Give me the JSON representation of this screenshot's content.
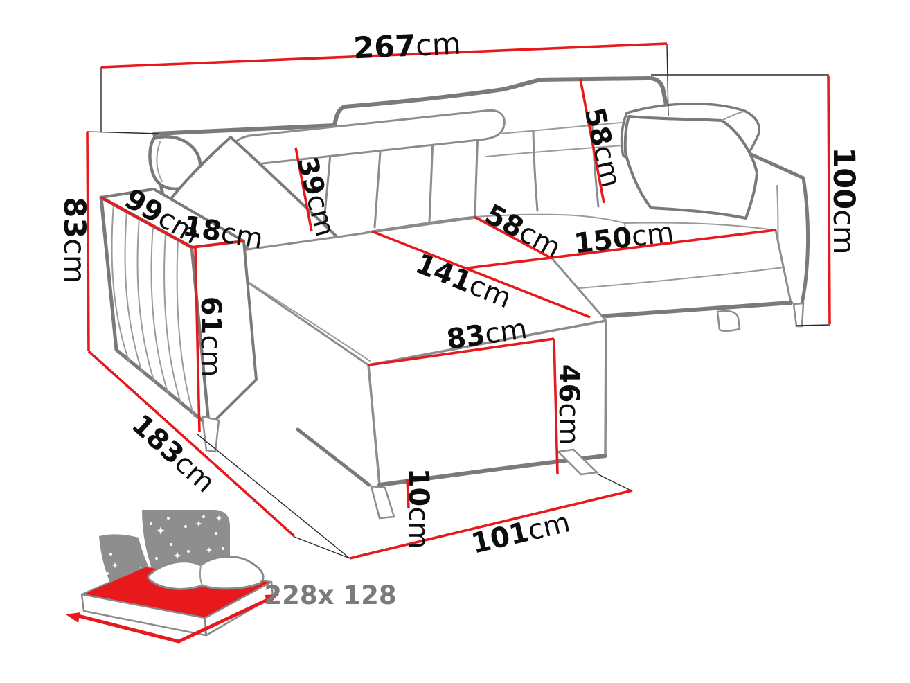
{
  "diagram": {
    "type": "furniture-dimension-diagram",
    "subject": "corner sofa bed with chaise",
    "unit": "cm",
    "dimensions": {
      "total_width": {
        "value": "267",
        "unit": "cm"
      },
      "total_height": {
        "value": "100",
        "unit": "cm"
      },
      "side_height": {
        "value": "83",
        "unit": "cm"
      },
      "side_depth": {
        "value": "183",
        "unit": "cm"
      },
      "armrest_length": {
        "value": "99",
        "unit": "cm"
      },
      "armrest_width": {
        "value": "18",
        "unit": "cm"
      },
      "backrest_height": {
        "value": "39",
        "unit": "cm"
      },
      "headrest_height": {
        "value": "58",
        "unit": "cm"
      },
      "seat_depth": {
        "value": "58",
        "unit": "cm"
      },
      "seat_width": {
        "value": "150",
        "unit": "cm"
      },
      "chaise_length": {
        "value": "141",
        "unit": "cm"
      },
      "chaise_width": {
        "value": "83",
        "unit": "cm"
      },
      "seat_height": {
        "value": "61",
        "unit": "cm"
      },
      "chaise_height": {
        "value": "46",
        "unit": "cm"
      },
      "leg_height": {
        "value": "10",
        "unit": "cm"
      },
      "base_width": {
        "value": "101",
        "unit": "cm"
      }
    },
    "sleeping_area": {
      "label": "228x 128"
    },
    "colors": {
      "dimension_line": "#e8191c",
      "sofa_outline": "#7a7a7a",
      "icon_gray": "#8a8a8a",
      "icon_text_gray": "#7b7b7b",
      "label_text": "#0d0d0d"
    }
  }
}
